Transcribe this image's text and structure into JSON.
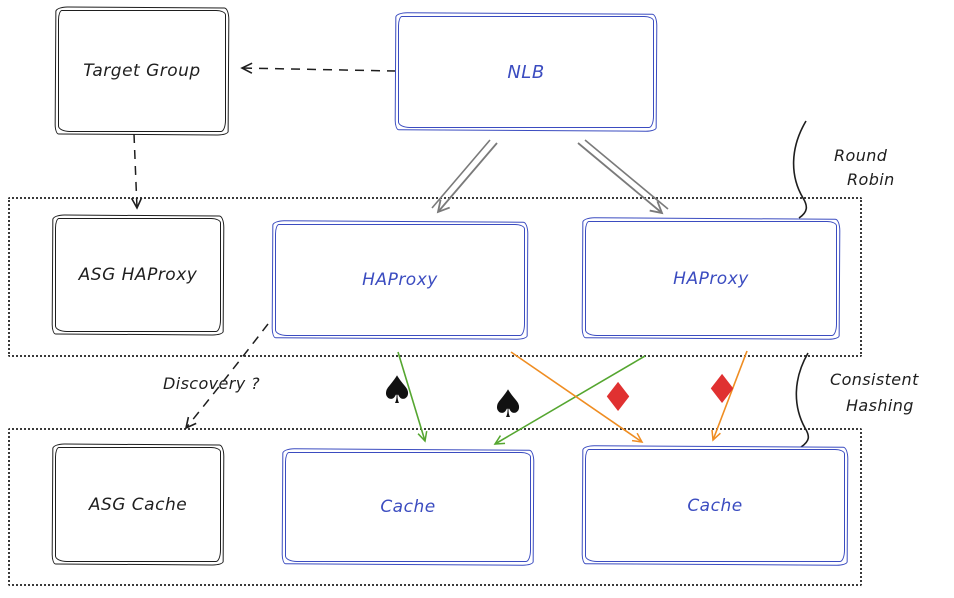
{
  "nodes": {
    "target_group": {
      "label": "Target Group"
    },
    "nlb": {
      "label": "NLB"
    },
    "asg_haproxy": {
      "label": "ASG HAProxy"
    },
    "haproxy_1": {
      "label": "HAProxy"
    },
    "haproxy_2": {
      "label": "HAProxy"
    },
    "asg_cache": {
      "label": "ASG Cache"
    },
    "cache_1": {
      "label": "Cache"
    },
    "cache_2": {
      "label": "Cache"
    }
  },
  "annotations": {
    "round_robin_line1": "Round",
    "round_robin_line2": "Robin",
    "consistent_hashing_line1": "Consistent",
    "consistent_hashing_line2": "Hashing",
    "discovery": "Discovery ?"
  },
  "icons": {
    "spade_1": "♠",
    "spade_2": "♠",
    "diamond_1": "♦",
    "diamond_2": "♦"
  },
  "colors": {
    "node_black": "#1e1e1e",
    "node_blue": "#3b4cc0",
    "arrow_gray": "#7a7a7a",
    "arrow_green": "#55a630",
    "arrow_orange": "#ef8d22",
    "icon_red": "#e03131",
    "dashed_black": "#1e1e1e"
  }
}
